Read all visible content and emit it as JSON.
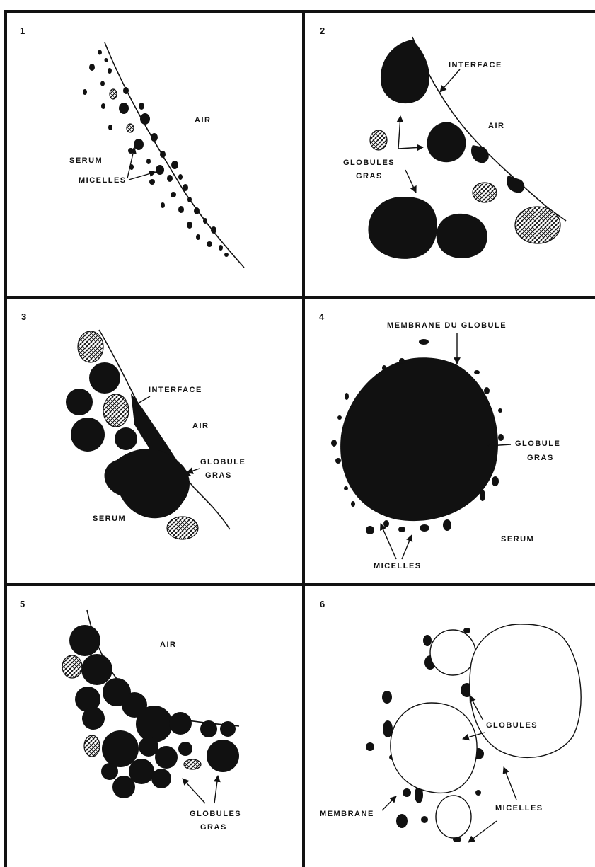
{
  "panels": [
    {
      "number": "1",
      "labels": {
        "air": "AIR",
        "serum": "SERUM",
        "micelles": "MICELLES"
      }
    },
    {
      "number": "2",
      "labels": {
        "interface": "INTERFACE",
        "air": "AIR",
        "globules_line1": "GLOBULES",
        "globules_line2": "GRAS"
      }
    },
    {
      "number": "3",
      "labels": {
        "interface": "INTERFACE",
        "air": "AIR",
        "globule_line1": "GLOBULE",
        "globule_line2": "GRAS",
        "serum": "SERUM"
      }
    },
    {
      "number": "4",
      "labels": {
        "membrane": "MEMBRANE DU GLOBULE",
        "globule_line1": "GLOBULE",
        "globule_line2": "GRAS",
        "serum": "SERUM",
        "micelles": "MICELLES"
      }
    },
    {
      "number": "5",
      "labels": {
        "air": "AIR",
        "globules_line1": "GLOBULES",
        "globules_line2": "GRAS"
      }
    },
    {
      "number": "6",
      "labels": {
        "globules": "GLOBULES",
        "membrane": "MEMBRANE",
        "micelles": "MICELLES"
      }
    }
  ]
}
